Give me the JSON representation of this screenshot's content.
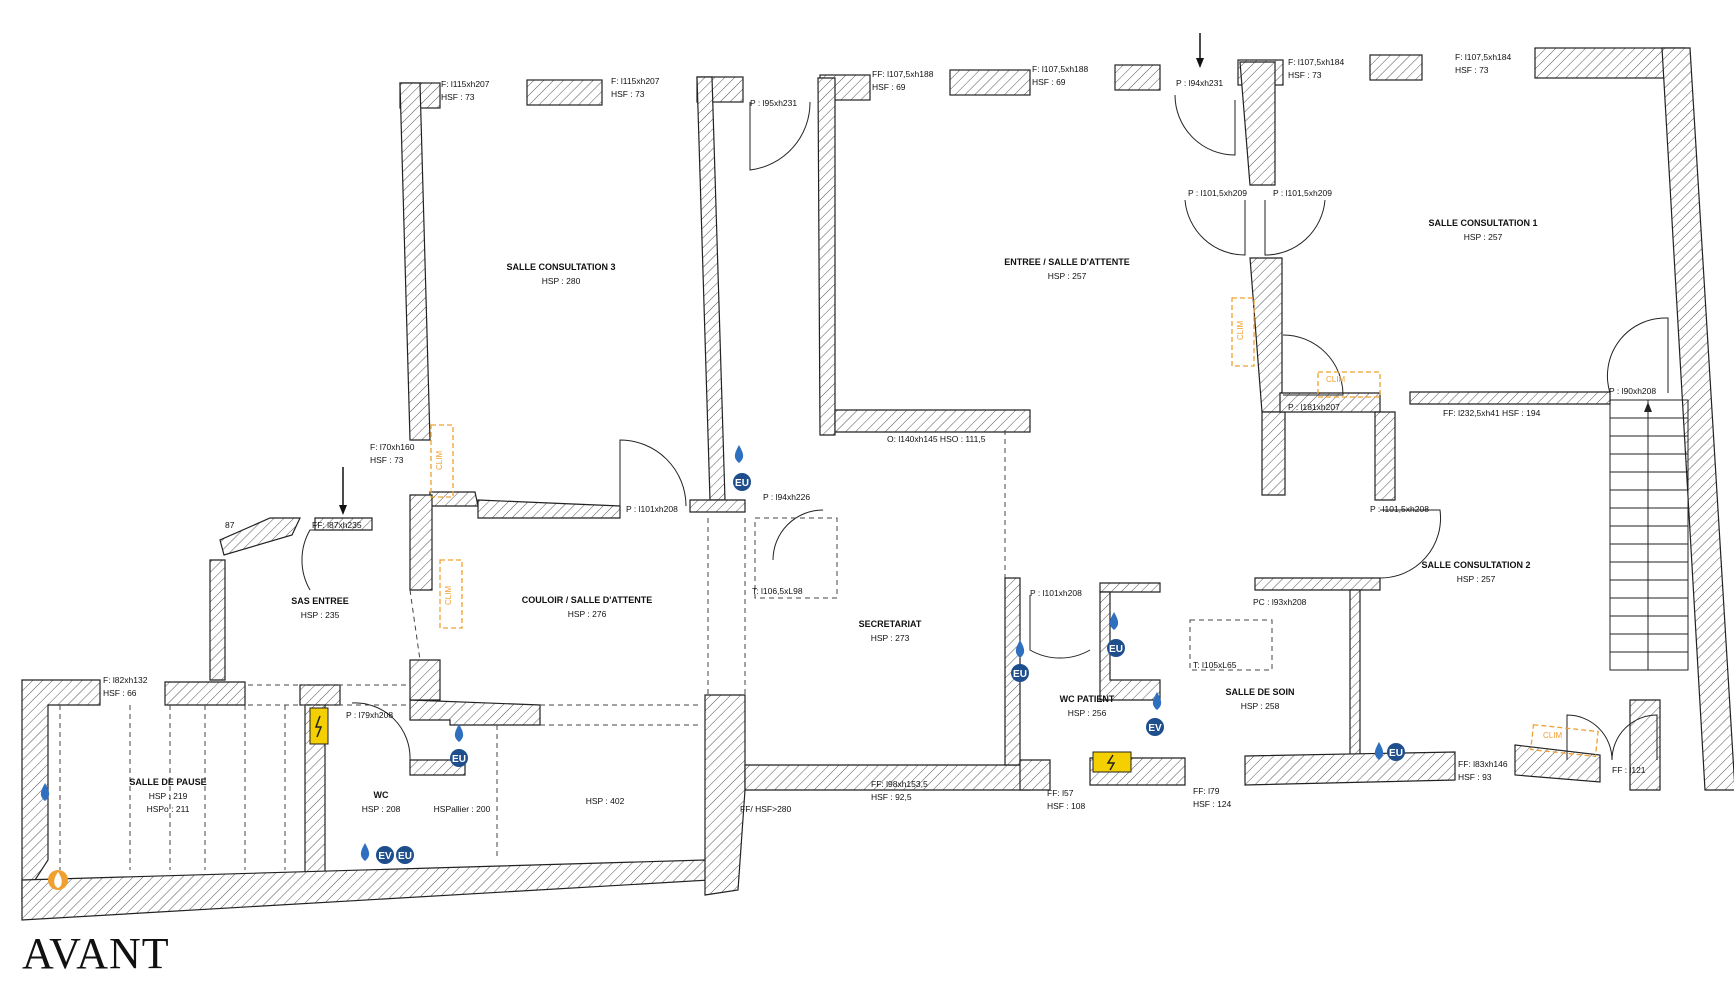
{
  "title": "AVANT",
  "rooms": [
    {
      "name": "SALLE CONSULTATION 3",
      "hsp": "HSP : 280"
    },
    {
      "name": "ENTREE / SALLE D'ATTENTE",
      "hsp": "HSP : 257"
    },
    {
      "name": "SALLE CONSULTATION 1",
      "hsp": "HSP : 257"
    },
    {
      "name": "SAS ENTREE",
      "hsp": "HSP : 235"
    },
    {
      "name": "COULOIR / SALLE D'ATTENTE",
      "hsp": "HSP : 276"
    },
    {
      "name": "SECRETARIAT",
      "hsp": "HSP : 273"
    },
    {
      "name": "SALLE CONSULTATION 2",
      "hsp": "HSP : 257"
    },
    {
      "name": "WC PATIENT",
      "hsp": "HSP : 256"
    },
    {
      "name": "SALLE DE SOIN",
      "hsp": "HSP : 258"
    },
    {
      "name": "SALLE DE PAUSE",
      "hsp": "HSP : 219",
      "hsp2": "HSPo : 211"
    },
    {
      "name": "WC",
      "hsp": "HSP : 208"
    }
  ],
  "labels": {
    "hsp_palier": "HSPallier : 200",
    "hsp_402": "HSP : 402",
    "dim_87": "87"
  },
  "annotations": [
    "F: l115xh207",
    "HSF : 73",
    "F: l115xh207",
    "HSF : 73",
    "P : l95xh231",
    "FF: l107,5xh188",
    "HSF : 69",
    "F: l107,5xh188",
    "HSF : 69",
    "P : l94xh231",
    "F: l107,5xh184",
    "HSF : 73",
    "F: l107,5xh184",
    "HSF : 73",
    "P : l101,5xh209",
    "P : l101,5xh209",
    "P : l101xh208",
    "F: l70xh160",
    "HSF : 73",
    "FF: l87xh235",
    "P : l94xh226",
    "O: l140xh145 HSO : 111,5",
    "P : l181xh207",
    "FF: l232,5xh41 HSF : 194",
    "P : l90xh208",
    "P : l101,5xh208",
    "T: l106,5xL98",
    "P : l101xh208",
    "PC : l93xh208",
    "T: l105xL65",
    "F: l82xh132",
    "HSF : 66",
    "P : l79xh208",
    "FF: l98xh153,5",
    "HSF : 92,5",
    "FF/ HSF>280",
    "FF: l57",
    "HSF : 108",
    "FF: l79",
    "HSF : 124",
    "FF: l83xh146",
    "HSF : 93",
    "FF : l121"
  ],
  "clim_label": "CLIM",
  "icons": {
    "eu": "EU",
    "ev": "EV"
  },
  "colors": {
    "clim": "#f0a030",
    "water": "#2f6fc0",
    "badge": "#1f4e8c",
    "electric": "#f5d000",
    "flame": "#f0a030"
  }
}
